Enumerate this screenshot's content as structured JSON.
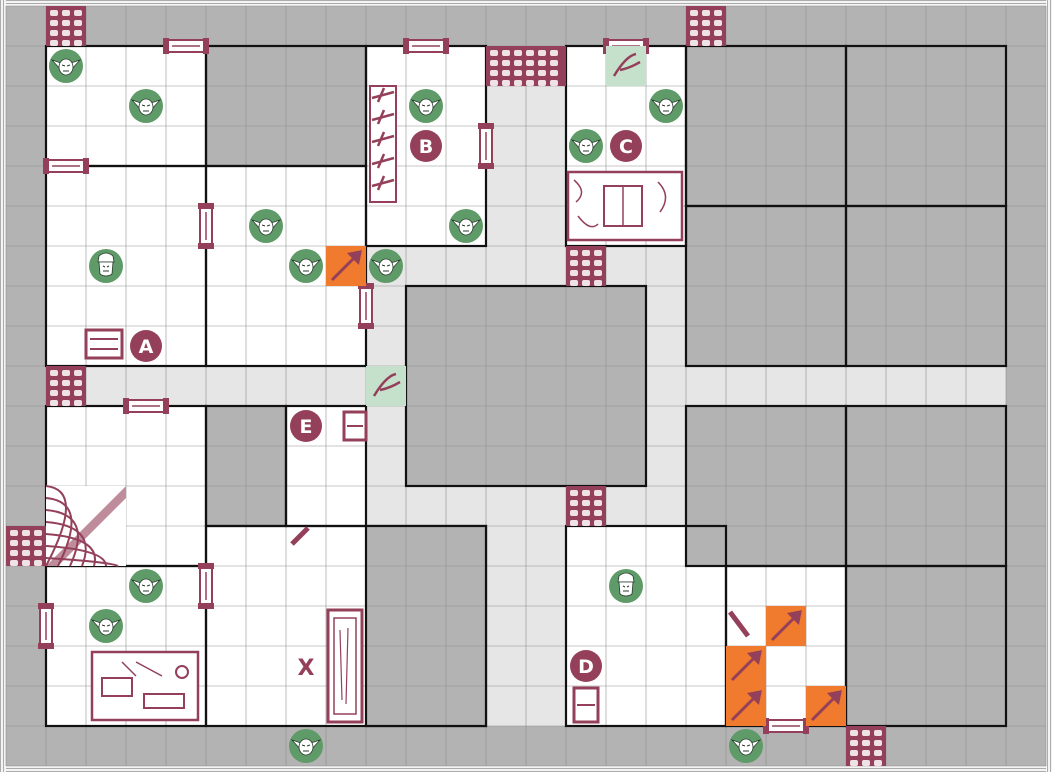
{
  "colors": {
    "border_hatch": "#9a9a9a",
    "corridor": "#e6e6e6",
    "room_floor": "#ffffff",
    "solid_rock": "#b3b3b3",
    "grid_line": "#8f8f8f",
    "wall": "#111111",
    "accent": "#94405a",
    "monster_green": "#5f9b68",
    "trap_orange": "#f07a2e",
    "hazard_green": "#c5e1cb"
  },
  "markers": {
    "A": "A",
    "B": "B",
    "C": "C",
    "D": "D",
    "E": "E"
  },
  "x_mark": "X",
  "icons": {
    "door": "door-icon",
    "rubble": "rubble-icon",
    "goblin": "goblin-icon",
    "orc": "orc-icon",
    "trap": "spear-trap-icon",
    "chest": "chest-icon",
    "weapon_rack": "weapon-rack-icon",
    "bookcase": "bookcase-icon",
    "stairs": "stairs-icon",
    "desk": "alchemist-desk-icon",
    "tomb": "tomb-icon",
    "pit": "pit-trap-icon"
  }
}
